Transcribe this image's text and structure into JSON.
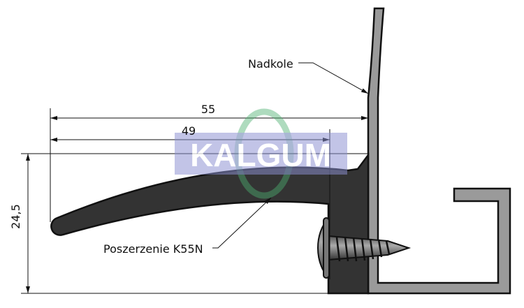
{
  "dimensions": {
    "width_total": "55",
    "width_inner": "49",
    "height": "24,5"
  },
  "labels": {
    "wheel_arch": "Nadkole",
    "extension": "Poszerzenie K55N"
  },
  "watermark": {
    "text": "KALGUM"
  },
  "colors": {
    "profile": "#333333",
    "metal": "#9a9a9a",
    "watermark_ring": "#4caf70",
    "watermark_band": "#8a8fd0"
  }
}
